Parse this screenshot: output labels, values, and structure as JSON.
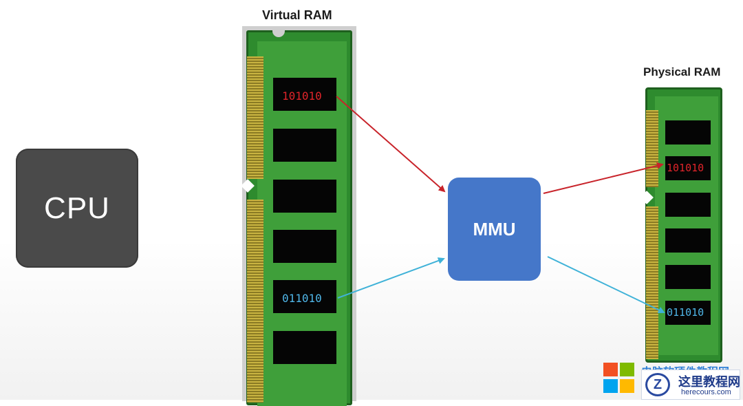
{
  "titles": {
    "virtual_ram": "Virtual RAM",
    "physical_ram": "Physical RAM"
  },
  "blocks": {
    "cpu": "CPU",
    "mmu": "MMU"
  },
  "bits": {
    "virtual_red": "101010",
    "virtual_blue": "011010",
    "physical_red": "101010",
    "physical_blue": "011010"
  },
  "colors": {
    "red_arrow": "#c8232a",
    "blue_arrow": "#3fb2d8",
    "mmu": "#4577c9",
    "cpu": "#4a4a4a",
    "ram_board": "#2e8b2e"
  },
  "watermark": {
    "top_text": "电脑软硬件教程网",
    "brand": "这里教程网",
    "url": "herecours.com"
  }
}
